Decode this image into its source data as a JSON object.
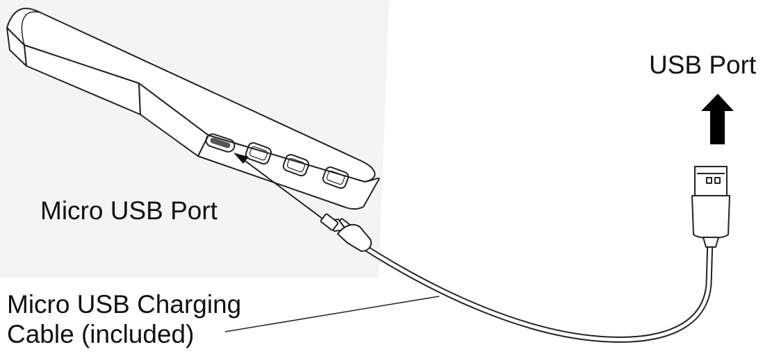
{
  "labels": {
    "usb_port": "USB Port",
    "micro_usb_port": "Micro USB Port",
    "cable_line1": "Micro USB Charging",
    "cable_line2": "Cable (included)"
  },
  "colors": {
    "stroke": "#222222",
    "background_panel": "#f4f4f4",
    "device_fill": "#ffffff",
    "arrow_fill": "#000000"
  },
  "icons": {
    "up_arrow": "up-arrow-icon",
    "pointer_arrow": "pointer-arrow-icon"
  }
}
